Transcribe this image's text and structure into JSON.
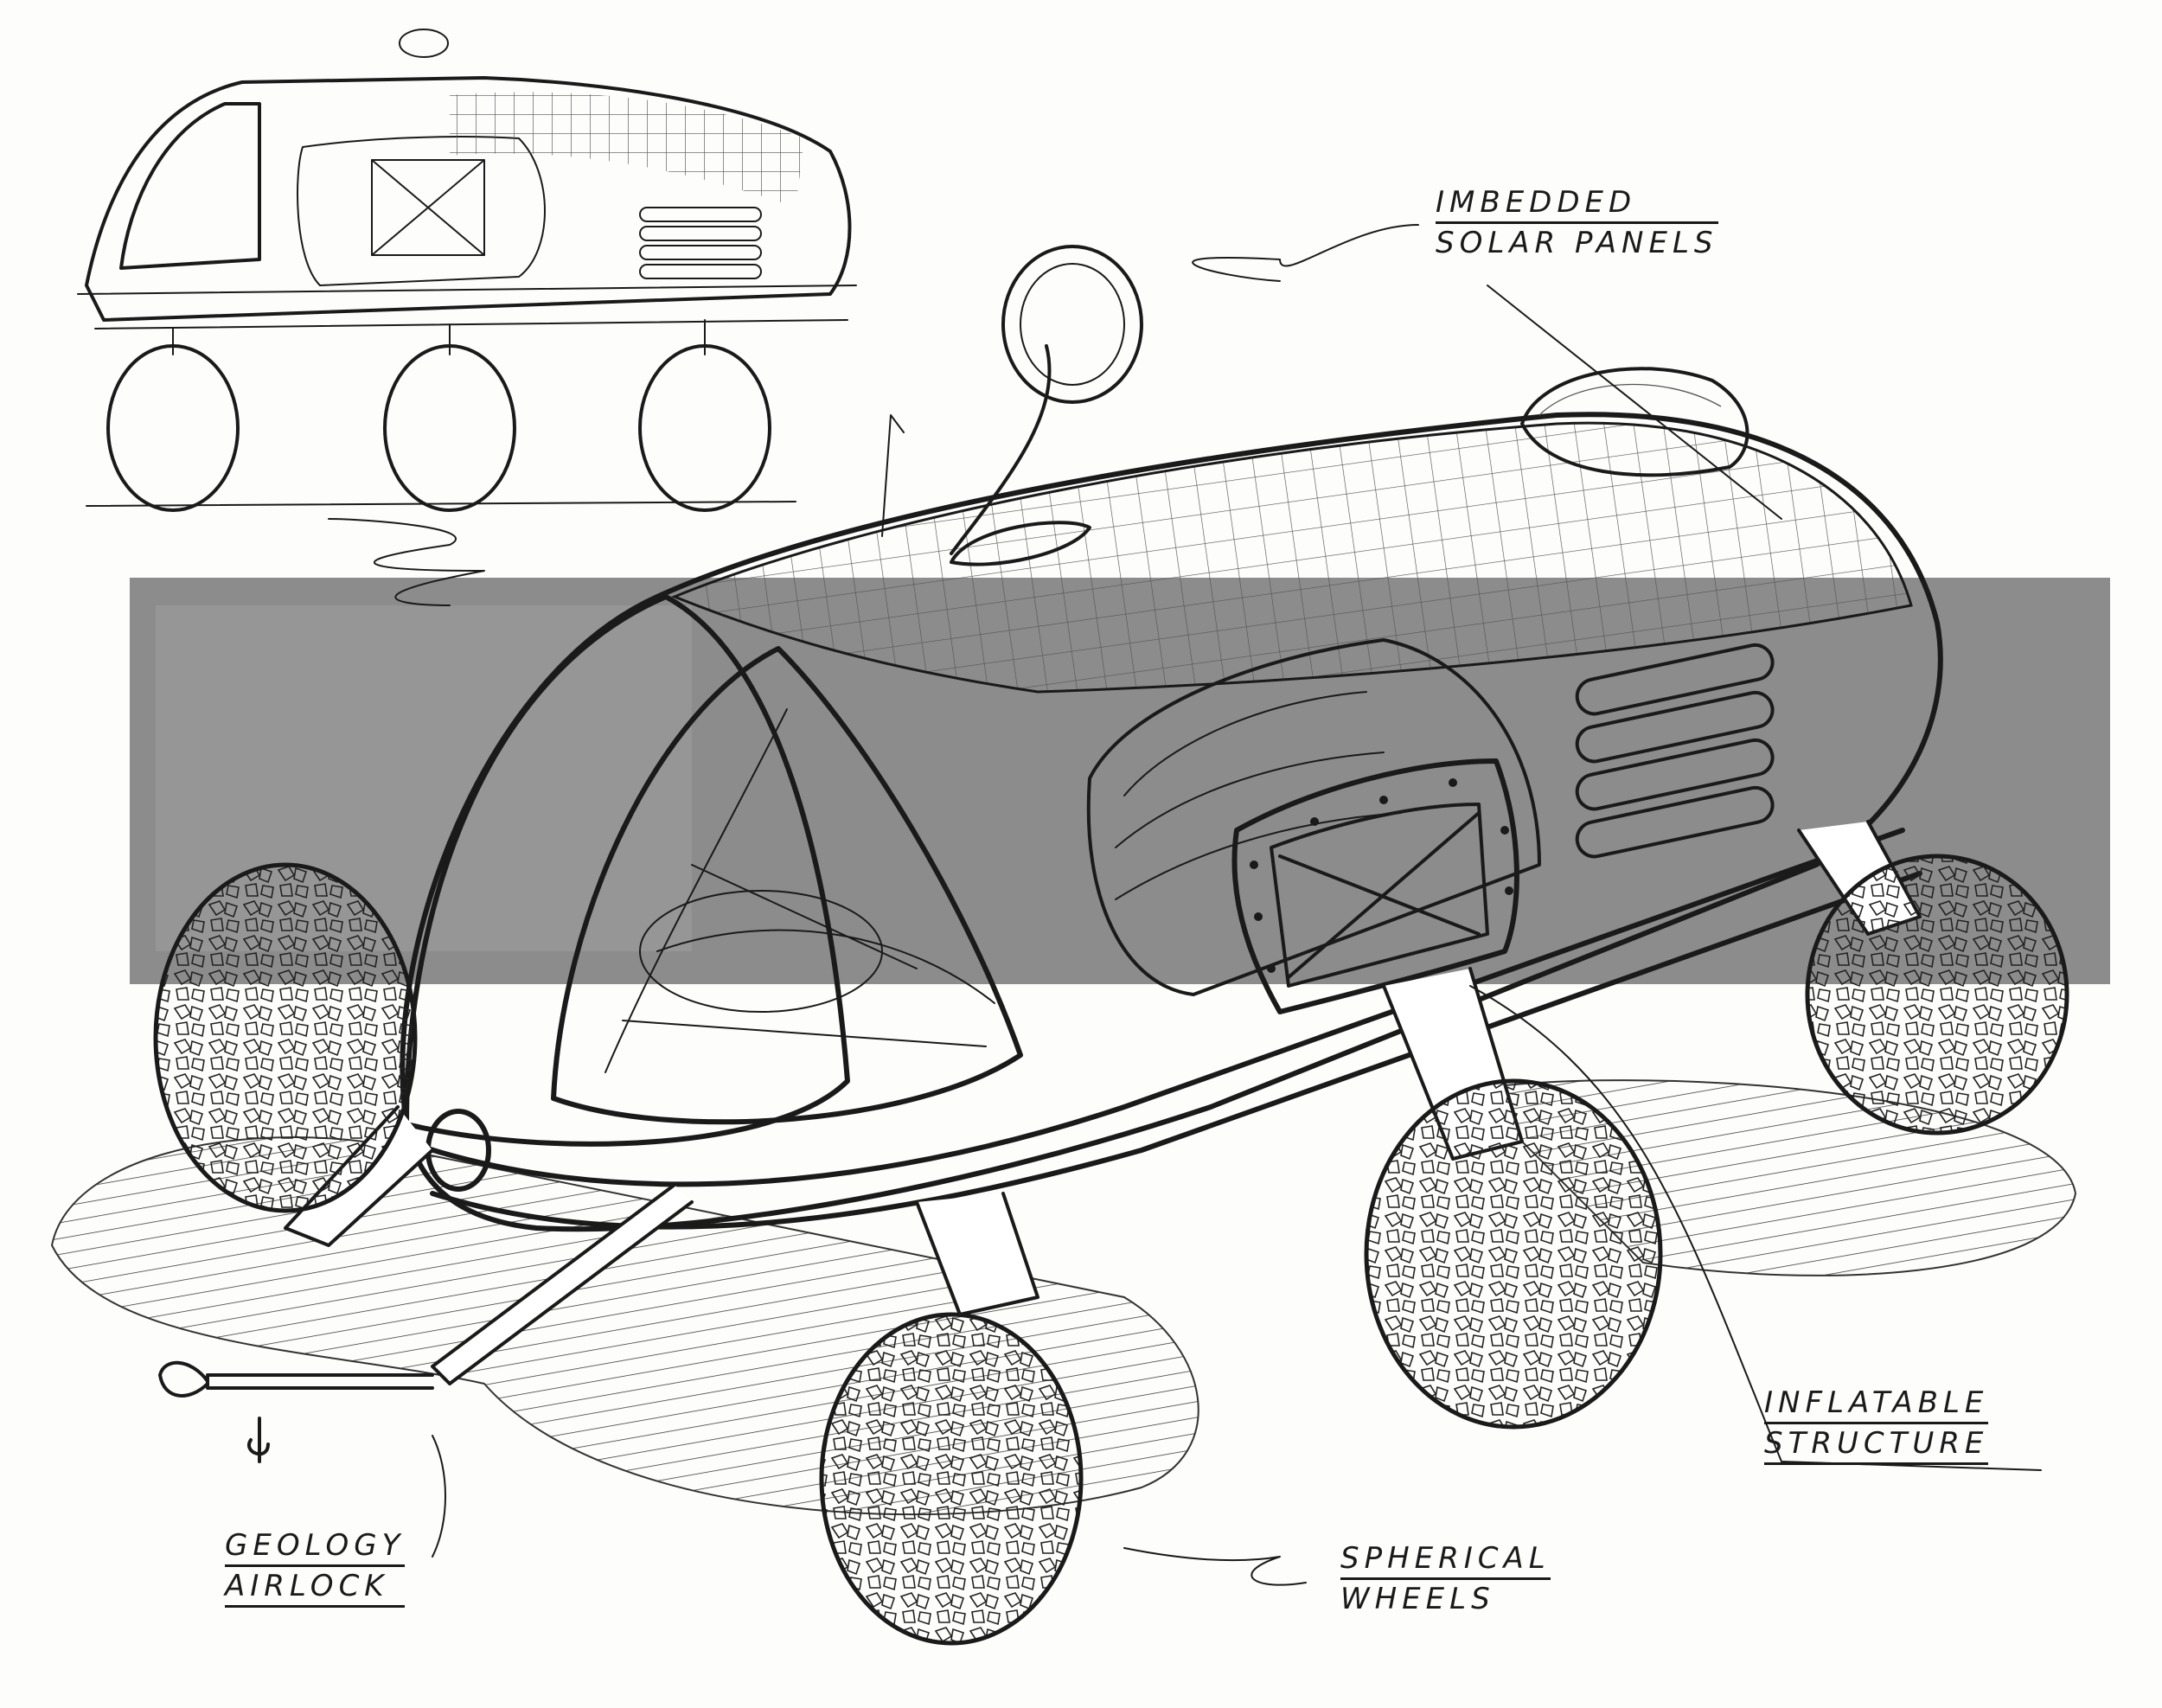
{
  "labels": {
    "solar": {
      "line1": "IMBEDDED",
      "line2": "SOLAR PANELS"
    },
    "inflatable": {
      "line1": "INFLATABLE",
      "line2": "STRUCTURE"
    },
    "geology": {
      "line1": "GEOLOGY",
      "line2": "AIRLOCK"
    },
    "wheels": {
      "line1": "SPHERICAL",
      "line2": "WHEELS"
    }
  },
  "colors": {
    "ink": "#1a1a1a",
    "marker_gray": "#8c8c8c",
    "paper": "#fdfdfc"
  }
}
